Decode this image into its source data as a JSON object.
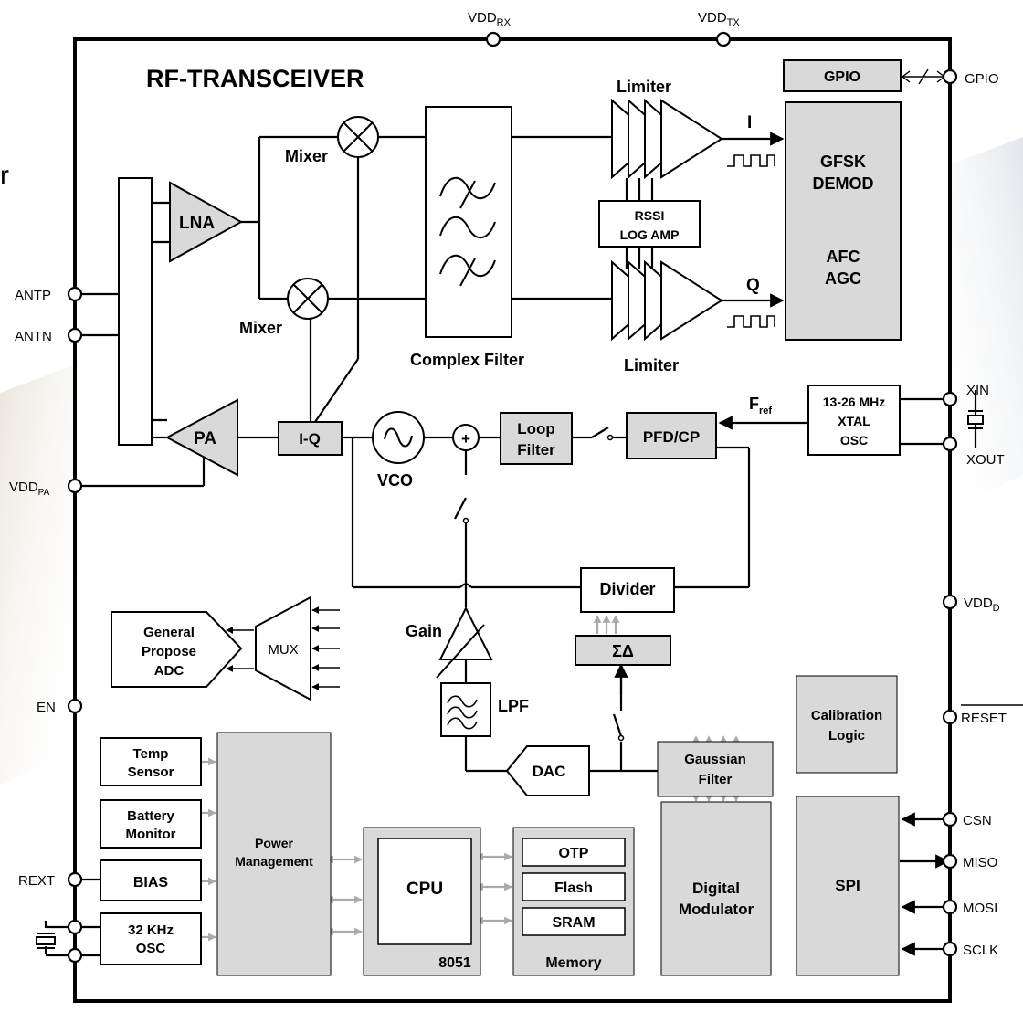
{
  "title": "RF-TRANSCEIVER",
  "stray_char": "r",
  "colors": {
    "block_fill": "#d9d9d9",
    "line": "#000000",
    "pin_fill": "#ffffff",
    "bus_arrow": "#aaaaaa"
  },
  "pins": {
    "vdd_rx": "VDD",
    "vdd_rx_sub": "RX",
    "vdd_tx": "VDD",
    "vdd_tx_sub": "TX",
    "gpio": "GPIO",
    "antp": "ANTP",
    "antn": "ANTN",
    "vdd_pa": "VDD",
    "vdd_pa_sub": "PA",
    "xin": "XIN",
    "xout": "XOUT",
    "vdd_d": "VDD",
    "vdd_d_sub": "D",
    "en": "EN",
    "reset": "RESET",
    "rext": "REXT",
    "csn": "CSN",
    "miso": "MISO",
    "mosi": "MOSI",
    "sclk": "SCLK"
  },
  "rf": {
    "lna": "LNA",
    "pa": "PA",
    "mixer_top": "Mixer",
    "mixer_bottom": "Mixer",
    "complex_filter": "Complex Filter",
    "limiter_top": "Limiter",
    "limiter_bottom": "Limiter",
    "rssi_line1": "RSSI",
    "rssi_line2": "LOG AMP",
    "i_label": "I",
    "q_label": "Q",
    "gfsk_line1": "GFSK",
    "gfsk_line2": "DEMOD",
    "afc": "AFC",
    "agc": "AGC",
    "gpio_block": "GPIO",
    "iq": "I-Q",
    "vco": "VCO",
    "loop_filter_line1": "Loop",
    "loop_filter_line2": "Filter",
    "pfd_cp": "PFD/CP",
    "fref": "F",
    "fref_sub": "ref",
    "xtal_line1": "13-26 MHz",
    "xtal_line2": "XTAL",
    "xtal_line3": "OSC",
    "divider": "Divider",
    "sigma_delta": "ΣΔ",
    "gain": "Gain",
    "lpf": "LPF",
    "dac": "DAC",
    "gaussian_line1": "Gaussian",
    "gaussian_line2": "Filter",
    "plus": "+"
  },
  "digital": {
    "adc_line1": "General",
    "adc_line2": "Propose",
    "adc_line3": "ADC",
    "mux": "MUX",
    "calibration_line1": "Calibration",
    "calibration_line2": "Logic",
    "temp_line1": "Temp",
    "temp_line2": "Sensor",
    "battery_line1": "Battery",
    "battery_line2": "Monitor",
    "bias": "BIAS",
    "osc32_line1": "32 KHz",
    "osc32_line2": "OSC",
    "power_line1": "Power",
    "power_line2": "Management",
    "cpu": "CPU",
    "cpu_sub": "8051",
    "otp": "OTP",
    "flash": "Flash",
    "sram": "SRAM",
    "memory": "Memory",
    "dmod_line1": "Digital",
    "dmod_line2": "Modulator",
    "spi": "SPI"
  }
}
